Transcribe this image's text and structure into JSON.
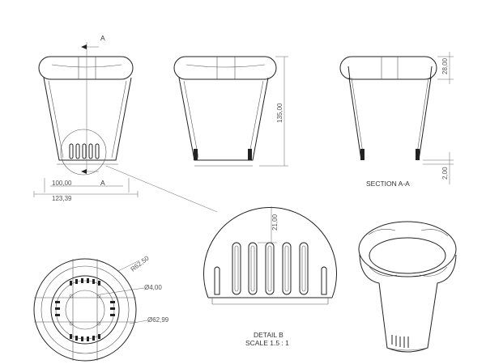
{
  "views": {
    "front": {
      "section_arrow_label_top": "A",
      "section_arrow_label_bottom": "A",
      "dim_inner_width": "100,00",
      "dim_outer_width": "123,39"
    },
    "side": {
      "dim_height": "135,00"
    },
    "section": {
      "label": "SECTION A-A",
      "dim_rim": "28,00",
      "dim_base": "2,00"
    },
    "detail": {
      "label": "DETAIL B",
      "scale": "SCALE 1.5 : 1",
      "dim_slot": "21,00"
    },
    "bottom": {
      "dim_radius": "R62,50",
      "dim_hole": "Ø4,00",
      "dim_diameter": "Ø62,99"
    }
  },
  "colors": {
    "line": "#222222",
    "dimension": "#666666",
    "background": "#ffffff"
  }
}
